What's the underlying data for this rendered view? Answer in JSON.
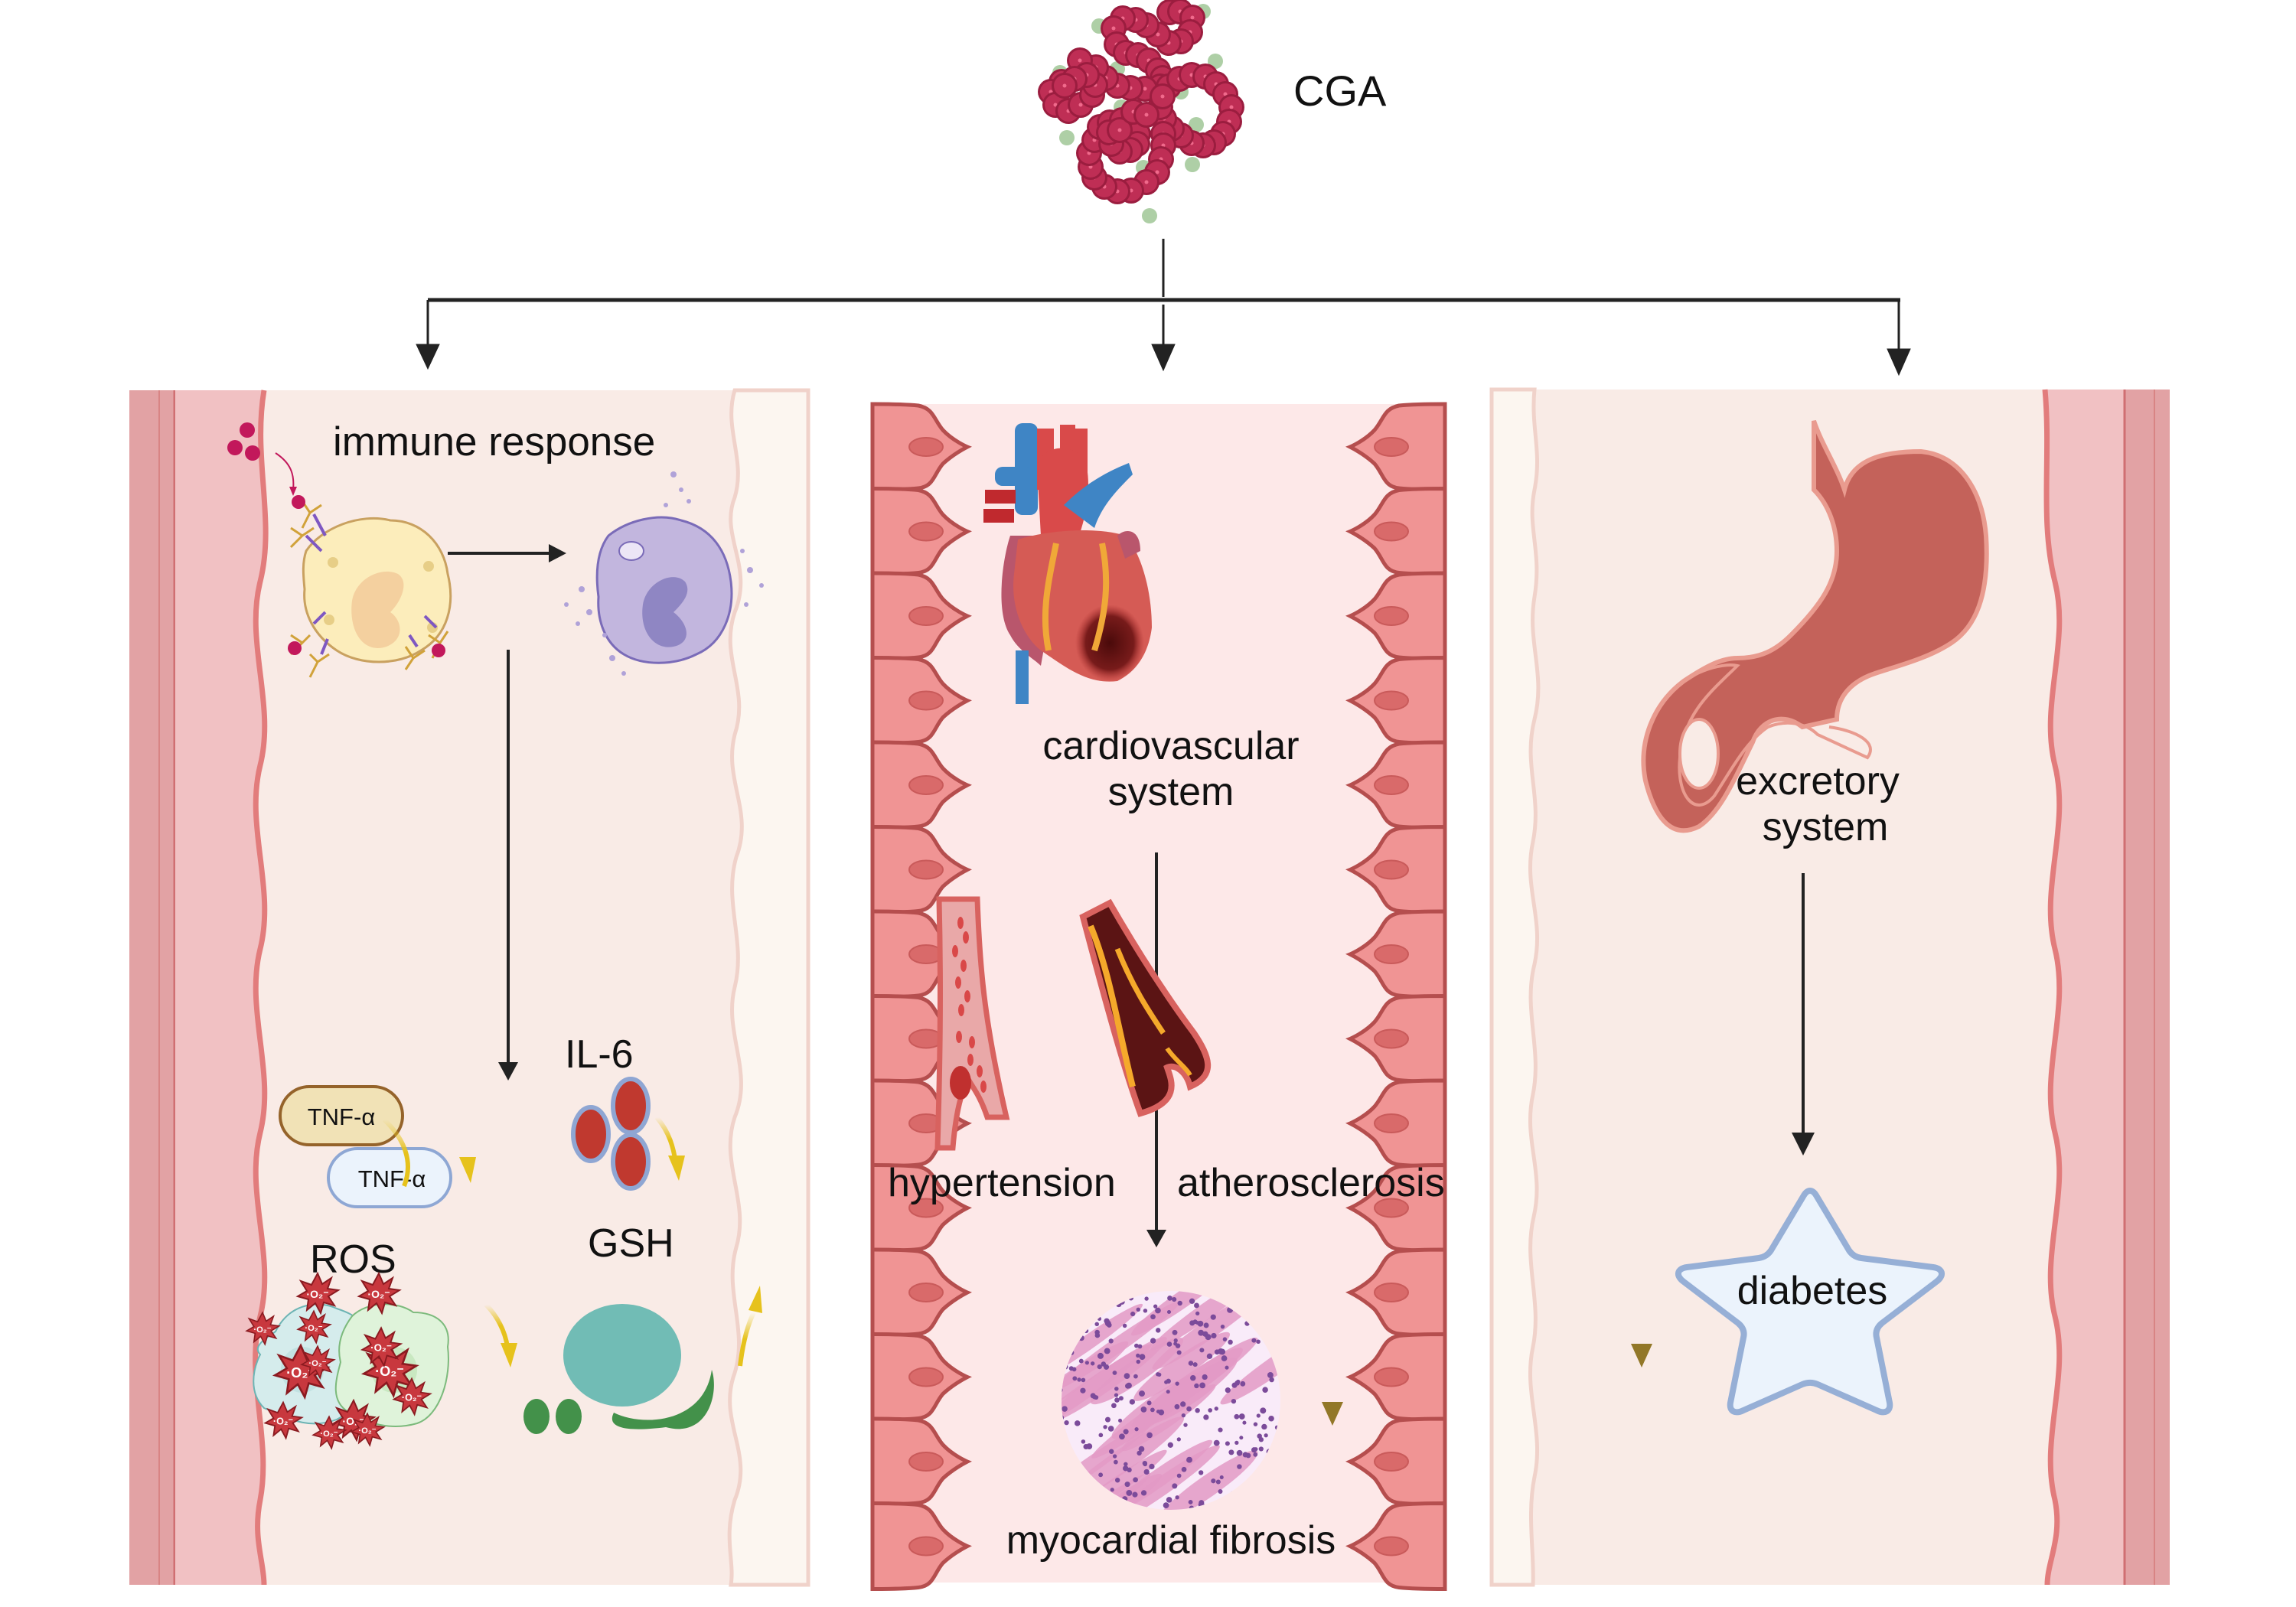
{
  "title": "CGA",
  "panels": {
    "immune": {
      "heading": "immune response",
      "markers": {
        "tnf_a_1": "TNF-α",
        "tnf_a_2": "TNF-α",
        "il6": "IL-6",
        "ros": "ROS",
        "gsh": "GSH",
        "superoxide": "·O₂⁻"
      },
      "trend": {
        "tnf_a": "down",
        "il6": "down",
        "ros": "down",
        "gsh": "up"
      }
    },
    "cardio": {
      "heading_line1": "cardiovascular",
      "heading_line2": "system",
      "left_condition": "hypertension",
      "right_condition": "atherosclerosis",
      "outcome": "myocardial fibrosis",
      "trend": {
        "myocardial_fibrosis": "down"
      }
    },
    "excretory": {
      "heading_line1": "excretory",
      "heading_line2": "system",
      "outcome": "diabetes",
      "trend": {
        "diabetes": "down"
      }
    }
  },
  "colors": {
    "arrow": "#222222",
    "trend_yellow": "#e6c21c",
    "trend_brown": "#927728",
    "vessel_wall": "#e27c7c",
    "panel_bg": "#f9ebe6",
    "cardio_bg": "#fde8e8",
    "endothelial": "#f09494",
    "molecule_red": "#b62a4e",
    "molecule_green": "#aecfa6"
  }
}
